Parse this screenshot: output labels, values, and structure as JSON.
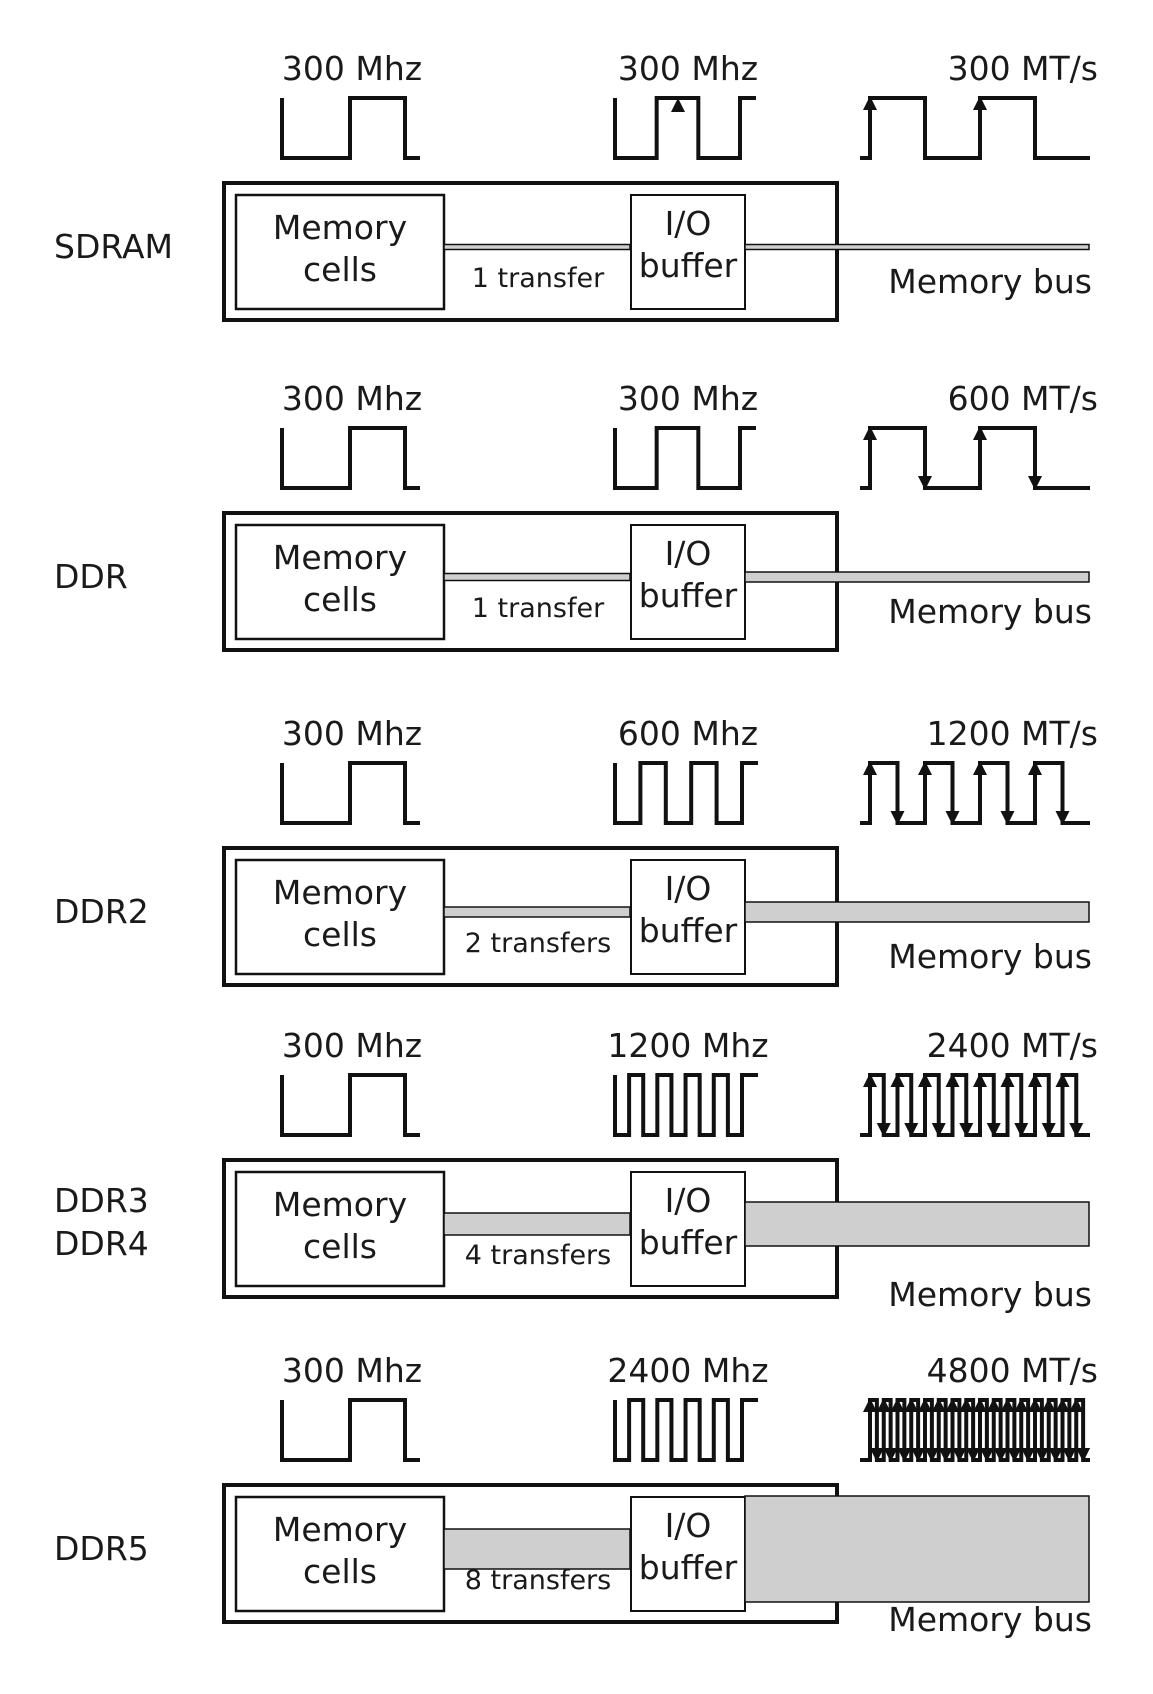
{
  "rows": [
    {
      "type": "SDRAM",
      "core_clock": "300 Mhz",
      "io_clock": "300 Mhz",
      "bus_rate": "300 MT/s",
      "cells_label_1": "Memory",
      "cells_label_2": "cells",
      "io_label_1": "I/O",
      "io_label_2": "buffer",
      "transfers": "1 transfer",
      "bus_label": "Memory bus",
      "transfers_per_clock": 1,
      "edges": "rising"
    },
    {
      "type": "DDR",
      "core_clock": "300 Mhz",
      "io_clock": "300 Mhz",
      "bus_rate": "600 MT/s",
      "cells_label_1": "Memory",
      "cells_label_2": "cells",
      "io_label_1": "I/O",
      "io_label_2": "buffer",
      "transfers": "1 transfer",
      "bus_label": "Memory bus",
      "transfers_per_clock": 1,
      "edges": "both"
    },
    {
      "type": "DDR2",
      "core_clock": "300 Mhz",
      "io_clock": "600 Mhz",
      "bus_rate": "1200 MT/s",
      "cells_label_1": "Memory",
      "cells_label_2": "cells",
      "io_label_1": "I/O",
      "io_label_2": "buffer",
      "transfers": "2 transfers",
      "bus_label": "Memory bus",
      "transfers_per_clock": 2,
      "edges": "both"
    },
    {
      "type_line1": "DDR3",
      "type_line2": "DDR4",
      "core_clock": "300 Mhz",
      "io_clock": "1200 Mhz",
      "bus_rate": "2400 MT/s",
      "cells_label_1": "Memory",
      "cells_label_2": "cells",
      "io_label_1": "I/O",
      "io_label_2": "buffer",
      "transfers": "4 transfers",
      "bus_label": "Memory bus",
      "transfers_per_clock": 4,
      "edges": "both"
    },
    {
      "type": "DDR5",
      "core_clock": "300 Mhz",
      "io_clock": "2400 Mhz",
      "bus_rate": "4800 MT/s",
      "cells_label_1": "Memory",
      "cells_label_2": "cells",
      "io_label_1": "I/O",
      "io_label_2": "buffer",
      "transfers": "8 transfers",
      "bus_label": "Memory bus",
      "transfers_per_clock": 8,
      "edges": "both"
    }
  ]
}
